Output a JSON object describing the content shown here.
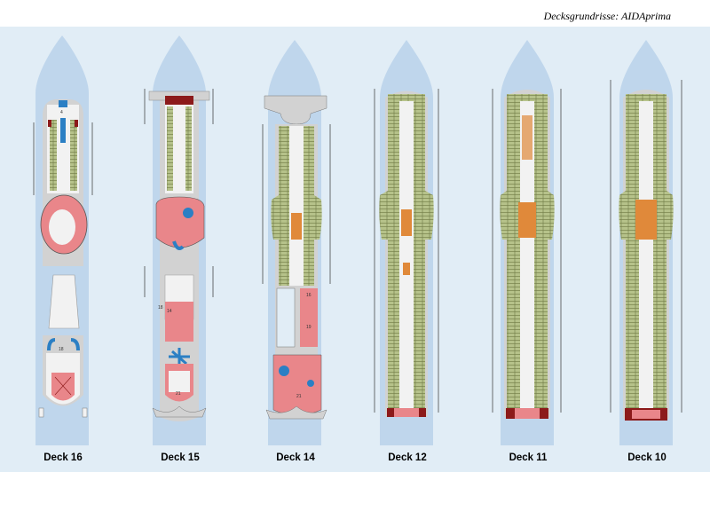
{
  "page_title": "Decksgrundrisse: AIDAprima",
  "colors": {
    "panel_bg": "#e1edf6",
    "water": "#bfd6ec",
    "hull": "#d2d2d2",
    "deck": "#f2f2f2",
    "cabin": "#b6c28a",
    "cabin_line": "#6f7a45",
    "public": "#e9868a",
    "suite": "#e0893a",
    "pool": "#2b7fc4",
    "dark": "#8c1a1a",
    "ice": "#d8e8f5"
  },
  "decks": [
    {
      "label": "Deck 16",
      "numbers": [
        "4",
        "18"
      ]
    },
    {
      "label": "Deck 15",
      "numbers": [
        "14",
        "18",
        "21"
      ]
    },
    {
      "label": "Deck 14",
      "numbers": [
        "16",
        "19",
        "21"
      ]
    },
    {
      "label": "Deck 12",
      "numbers": []
    },
    {
      "label": "Deck 11",
      "numbers": []
    },
    {
      "label": "Deck 10",
      "numbers": []
    }
  ]
}
